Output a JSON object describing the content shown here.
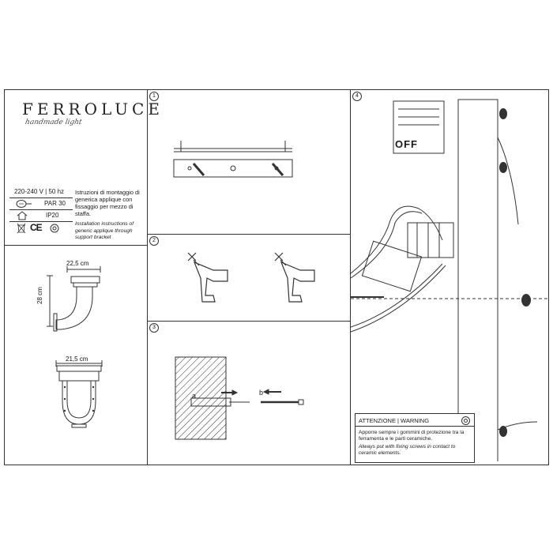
{
  "brand": {
    "name": "FERROLUCE",
    "tagline": "handmade light"
  },
  "specs": {
    "voltage": "220-240 V | 50 hz",
    "bulb": "PAR 30",
    "ip_rating": "IP20",
    "marks": "CE"
  },
  "description": {
    "it": "Istruzioni di montaggio di generica applique con fissaggio per mezzo di staffa.",
    "en": "Installation instructions of generic applique through support bracket"
  },
  "dimensions": {
    "width_side": "22,5 cm",
    "height": "28 cm",
    "width_front": "21,5 cm"
  },
  "steps": [
    "1",
    "2",
    "3",
    "4"
  ],
  "step3_labels": {
    "a": "a",
    "b": "b"
  },
  "switch_label": "OFF",
  "warning": {
    "title": "ATTENZIONE | WARNING",
    "it": "Apporre sempre i gommini di protezione tra la ferramenta e le parti ceramiche.",
    "en": "Always put with fixing screws in contact to ceramic elements."
  },
  "colors": {
    "line": "#333333",
    "background": "#ffffff"
  },
  "icons": [
    "bulb-icon",
    "weee-bin-icon",
    "ce-mark-icon",
    "ip-class-icon",
    "house-icon",
    "drill-icon",
    "plug-icon",
    "warning-icon"
  ]
}
